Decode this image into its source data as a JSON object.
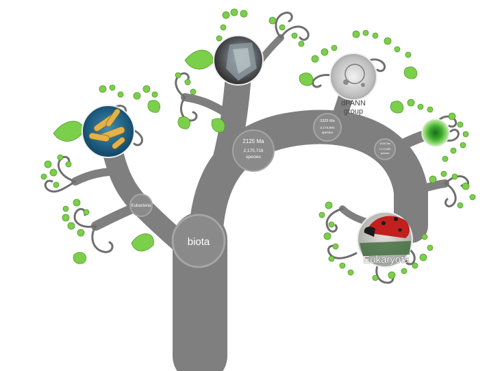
{
  "tree": {
    "root": {
      "label": "biota"
    },
    "eubacteria": {
      "label": "Eubacteria"
    },
    "node_2125": {
      "age": "2125 Ma",
      "species_count": "2,175,716",
      "species_word": "species"
    },
    "node_3325": {
      "age": "3325 Ma",
      "species_count": "2,174,991",
      "species_word": "species"
    },
    "node_1925": {
      "age": "1925 Ma",
      "species_count": "2,174,889",
      "species_word": "species"
    },
    "dpann": {
      "line1": "dPANN",
      "line2": "group"
    },
    "eukaryota": {
      "label": "Eukaryota"
    }
  },
  "colors": {
    "trunk": "#7f7f7f",
    "node_fill": "#8a8a8a",
    "node_ring": "#a6a6a6",
    "leaf": "#7ccf4a",
    "leaf_dark": "#4f9a2b",
    "fractal_branch": "#6e6e6e"
  },
  "icons": [
    "bacteria-photo",
    "archaea-photo",
    "diatom-photo",
    "dpann-photo",
    "algae-photo",
    "ladybug-photo"
  ]
}
